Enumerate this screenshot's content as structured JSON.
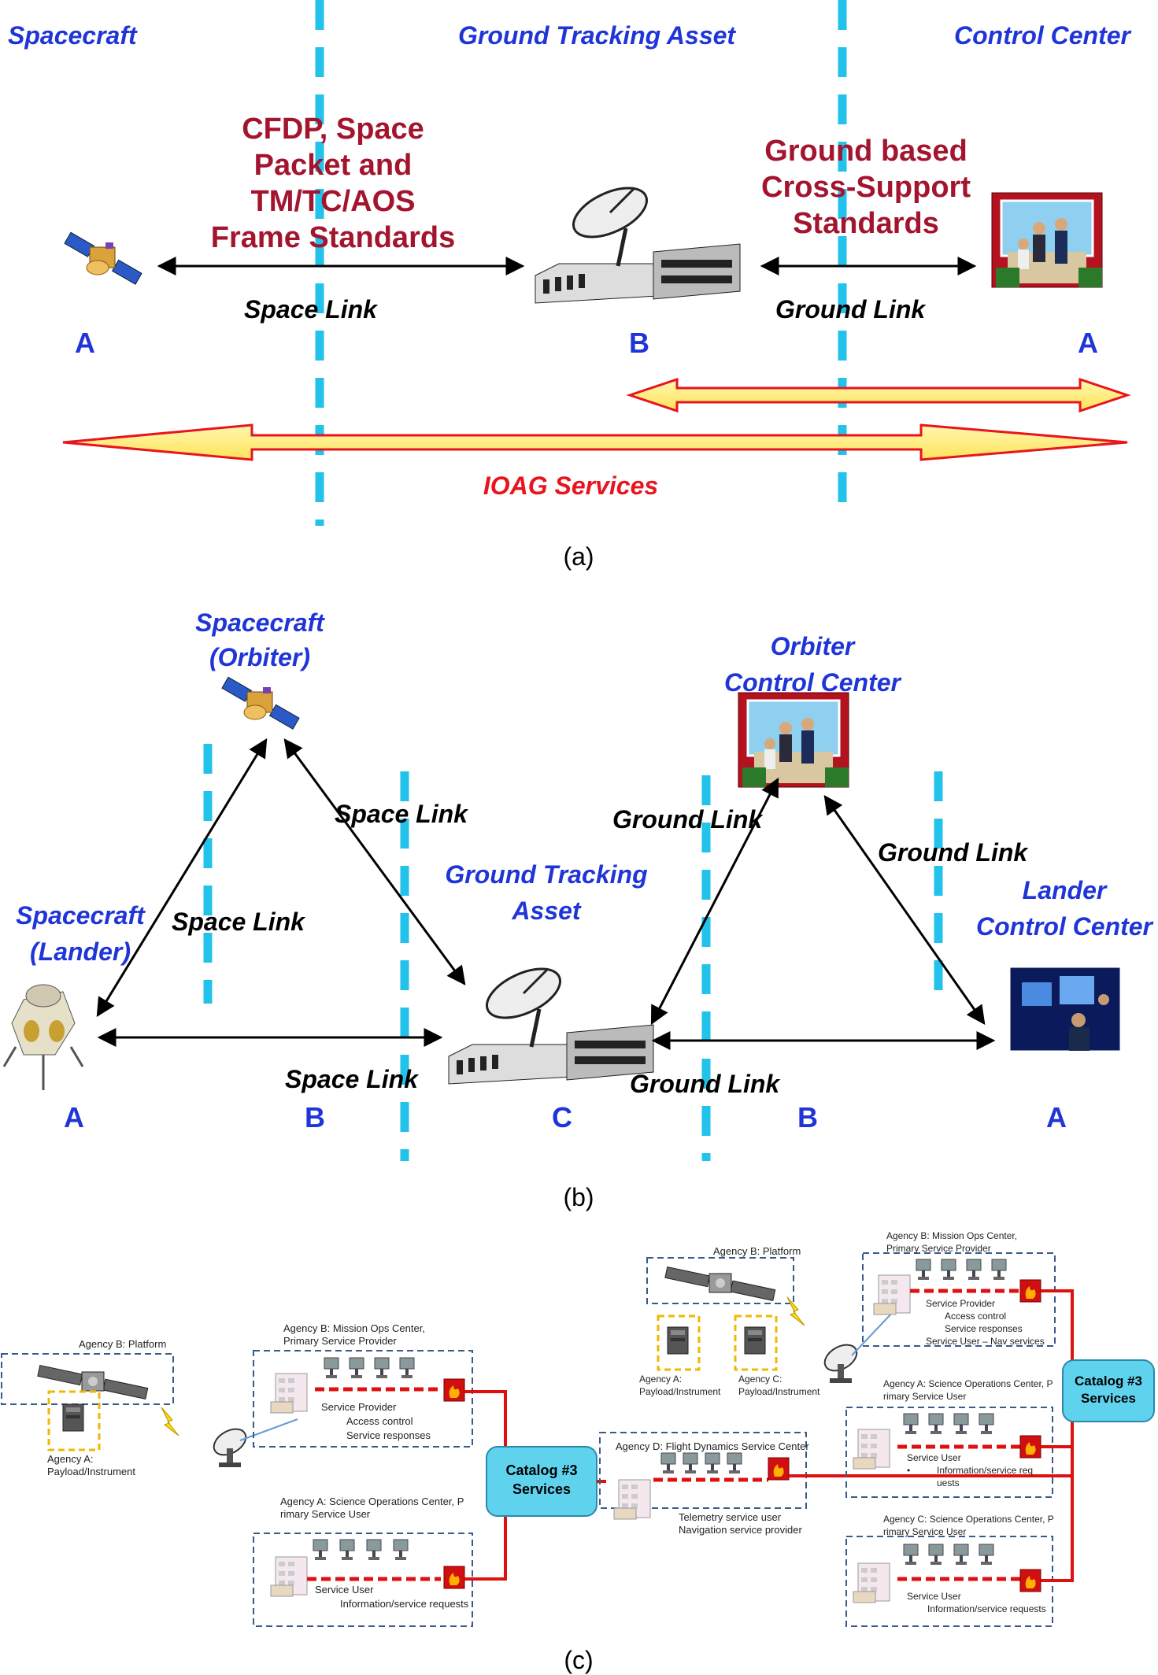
{
  "panel_a": {
    "headers": {
      "spacecraft": "Spacecraft",
      "ground_tracking": "Ground Tracking Asset",
      "control_center": "Control Center"
    },
    "standards_left": [
      "CFDP, Space",
      "Packet and",
      "TM/TC/AOS",
      "Frame Standards"
    ],
    "standards_right": [
      "Ground based",
      "Cross-Support",
      "Standards"
    ],
    "space_link": "Space Link",
    "ground_link": "Ground Link",
    "letters": [
      "A",
      "B",
      "A"
    ],
    "ioag": "IOAG Services",
    "caption": "(a)"
  },
  "panel_b": {
    "orbiter": [
      "Spacecraft",
      "(Orbiter)"
    ],
    "lander": [
      "Spacecraft",
      "(Lander)"
    ],
    "orbiter_cc": [
      "Orbiter",
      "Control Center"
    ],
    "lander_cc": [
      "Lander",
      "Control Center"
    ],
    "ground_tracking": [
      "Ground Tracking",
      "Asset"
    ],
    "space_link": "Space Link",
    "ground_link": "Ground Link",
    "letters": [
      "A",
      "B",
      "C",
      "B",
      "A"
    ],
    "caption": "(b)"
  },
  "panel_c": {
    "left": {
      "platform": "Agency B:  Platform",
      "payload": [
        "Agency A:",
        "Payload/Instrument"
      ],
      "ops_center": [
        "Agency B:   Mission Ops Center,",
        "Primary Service Provider"
      ],
      "provider_lines": [
        "Service Provider",
        "Access control",
        "Service responses"
      ],
      "science": [
        "Agency A:  Science Operations Center, P",
        "rimary Service User"
      ],
      "user_lines": [
        "Service User",
        "Information/service requests"
      ]
    },
    "catalog": [
      "Catalog #3",
      "Services"
    ],
    "fdsc": {
      "title": "Agency D:  Flight Dynamics Service Center",
      "lines": [
        "Telemetry service user",
        "Navigation service provider"
      ]
    },
    "right": {
      "platform": "Agency B:  Platform",
      "payload_a": [
        "Agency A:",
        "Payload/Instrument"
      ],
      "payload_c": [
        "Agency C:",
        "Payload/Instrument"
      ],
      "ops_center": [
        "Agency B:   Mission Ops Center,",
        "Primary Service Provider"
      ],
      "provider_lines": [
        "Service Provider",
        "Access control",
        "Service responses",
        "Service User – Nav services"
      ],
      "science_a": [
        "Agency A:  Science Operations Center, P",
        "rimary Service User"
      ],
      "user_a_lines": [
        "Service User",
        "Information/service req",
        "uests"
      ],
      "science_c": [
        "Agency C:  Science Operations Center, P",
        "rimary Service User"
      ],
      "user_c_lines": [
        "Service User",
        "Information/service requests"
      ]
    },
    "caption": "(c)"
  },
  "colors": {
    "blue_text": "#1f35d8",
    "red_text": "#a3152e",
    "dash": "#22c2ea",
    "ioag_red": "#e8141e",
    "catalog": "#5fd3ee"
  }
}
